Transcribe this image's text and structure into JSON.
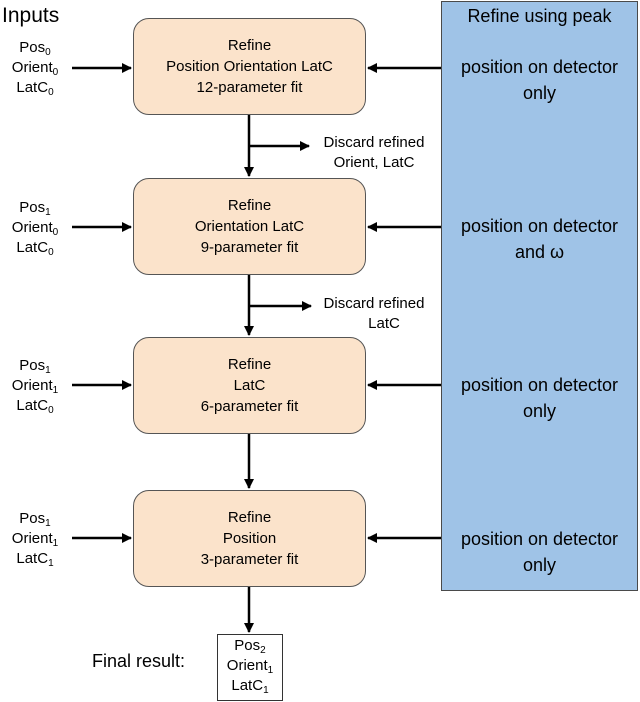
{
  "inputs_title": "Inputs",
  "panel": {
    "title": "Refine using peak",
    "rows": [
      [
        "position on detector",
        "only"
      ],
      [
        "position on detector",
        "and ω"
      ],
      [
        "position on detector",
        "only"
      ],
      [
        "position on detector",
        "only"
      ]
    ]
  },
  "stages": [
    {
      "title": "Refine",
      "params": "Position Orientation LatC",
      "fit": "12-parameter fit"
    },
    {
      "title": "Refine",
      "params": "Orientation LatC",
      "fit": "9-parameter fit"
    },
    {
      "title": "Refine",
      "params": "LatC",
      "fit": "6-parameter fit"
    },
    {
      "title": "Refine",
      "params": "Position",
      "fit": "3-parameter fit"
    }
  ],
  "inputs": [
    {
      "pos": "Pos",
      "pos_sub": "0",
      "orient": "Orient",
      "orient_sub": "0",
      "latc": "LatC",
      "latc_sub": "0"
    },
    {
      "pos": "Pos",
      "pos_sub": "1",
      "orient": "Orient",
      "orient_sub": "0",
      "latc": "LatC",
      "latc_sub": "0"
    },
    {
      "pos": "Pos",
      "pos_sub": "1",
      "orient": "Orient",
      "orient_sub": "1",
      "latc": "LatC",
      "latc_sub": "0"
    },
    {
      "pos": "Pos",
      "pos_sub": "1",
      "orient": "Orient",
      "orient_sub": "1",
      "latc": "LatC",
      "latc_sub": "1"
    }
  ],
  "discards": [
    [
      "Discard refined",
      "Orient, LatC"
    ],
    [
      "Discard refined",
      "LatC"
    ]
  ],
  "final": {
    "label": "Final result:",
    "pos": "Pos",
    "pos_sub": "2",
    "orient": "Orient",
    "orient_sub": "1",
    "latc": "LatC",
    "latc_sub": "1"
  },
  "colors": {
    "stage_fill": "#fbe3cb",
    "panel_fill": "#9fc3e7",
    "arrow": "#000000"
  }
}
